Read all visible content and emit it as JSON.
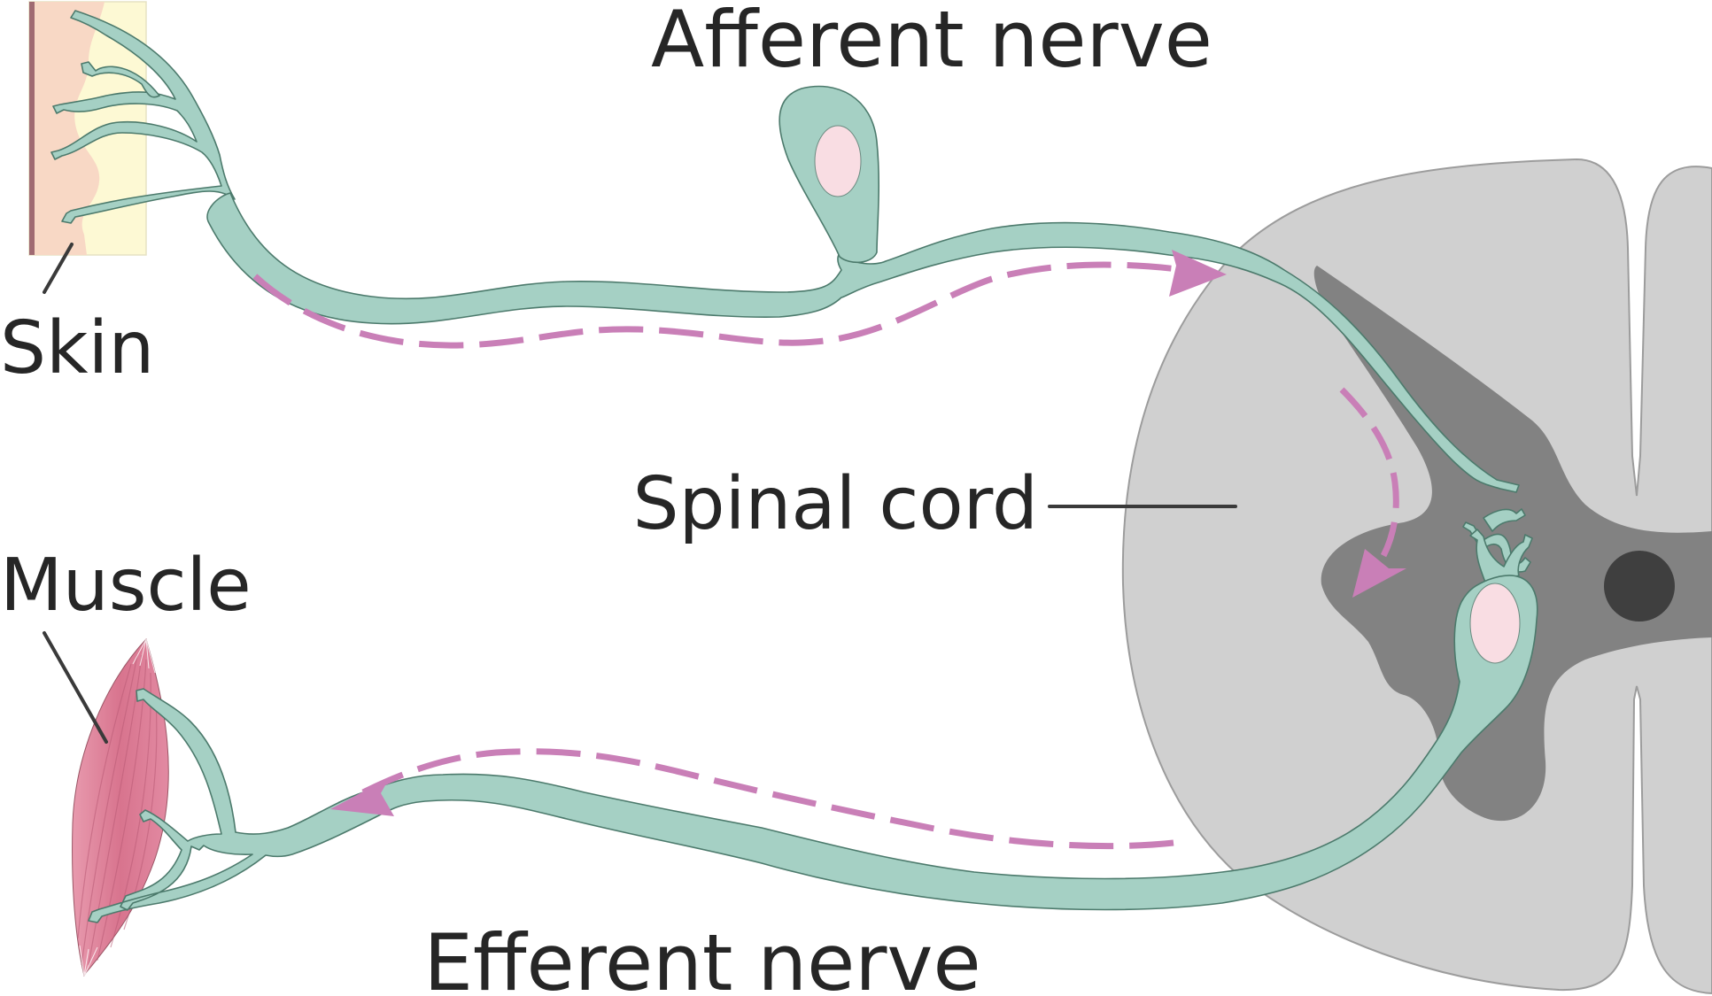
{
  "labels": {
    "afferent": "Afferent nerve",
    "skin": "Skin",
    "spinal_cord": "Spinal cord",
    "muscle": "Muscle",
    "efferent": "Efferent nerve"
  },
  "colors": {
    "nerve_fill": "#a5d0c4",
    "nerve_stroke": "#4c7a6c",
    "nucleus": "#f9dde3",
    "signal_arrow": "#c97fb7",
    "white_matter": "#d0d0d0",
    "grey_matter": "#828282",
    "central_canal": "#3f3f3f",
    "skin_epidermis": "#f8d8c5",
    "skin_dermis": "#fdf9d4",
    "skin_edge": "#a06a72",
    "muscle": "#d8748e",
    "label_text": "#262626"
  }
}
